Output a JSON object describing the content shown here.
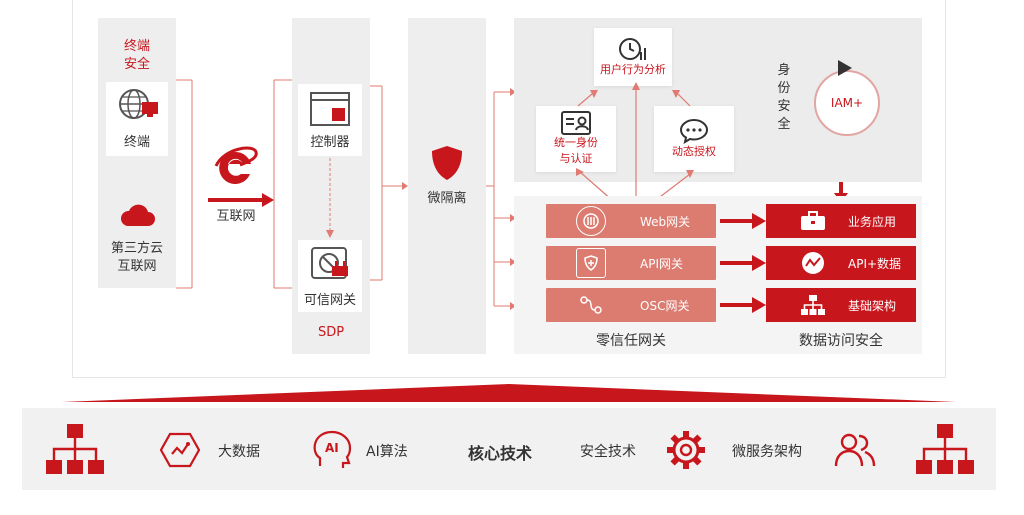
{
  "left": {
    "endpoint_security": "终端\n安全",
    "terminal": "终端",
    "thirdparty_cloud": "第三方云\n互联网",
    "internet": "互联网"
  },
  "sdp": {
    "controller": "控制器",
    "trusted_gateway": "可信网关",
    "label": "SDP"
  },
  "micro": {
    "label": "微隔离"
  },
  "identity": {
    "behavior_analysis": "用户行为分析",
    "unified_identity": "统一身份\n与认证",
    "dynamic_auth": "动态授权",
    "title": "身\n份\n安\n全",
    "iam": "IAM+"
  },
  "gateways": {
    "items": [
      {
        "label": "Web网关",
        "icon": "web-gateway-icon"
      },
      {
        "label": "API网关",
        "icon": "api-gateway-icon"
      },
      {
        "label": "OSC网关",
        "icon": "osc-gateway-icon"
      }
    ],
    "title": "零信任网关"
  },
  "data_security": {
    "items": [
      {
        "label": "业务应用",
        "icon": "briefcase-icon"
      },
      {
        "label": "API+数据",
        "icon": "pulse-icon"
      },
      {
        "label": "基础架构",
        "icon": "hierarchy-icon"
      }
    ],
    "title": "数据访问安全"
  },
  "core": {
    "items": [
      "大数据",
      "AI算法",
      "核心技术",
      "安全技术",
      "微服务架构"
    ],
    "ai_badge": "AI"
  },
  "colors": {
    "brand_red": "#c8161d",
    "gateway_red": "#dc7b70",
    "panel_gray": "#eeeeee"
  }
}
